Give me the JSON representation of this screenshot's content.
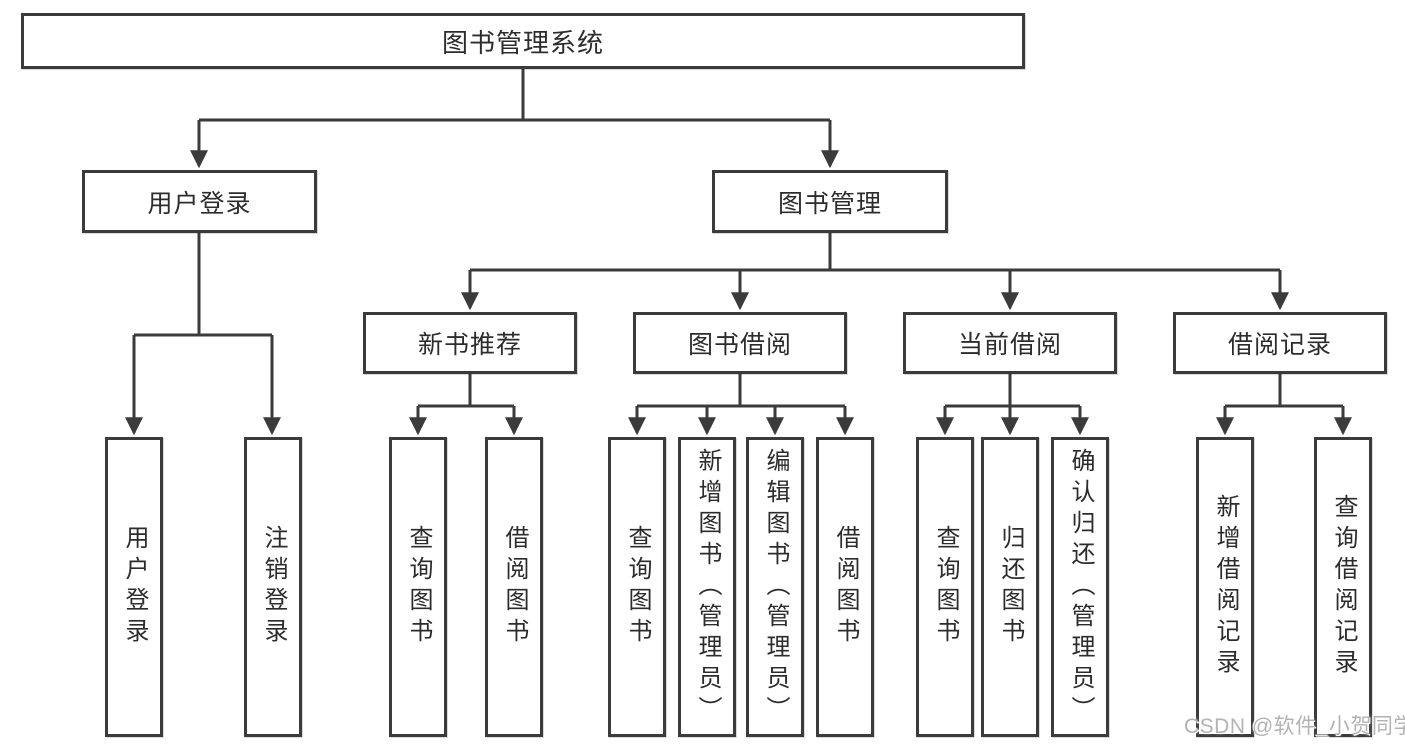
{
  "diagram_type": "functional-structure-tree",
  "tree": {
    "label": "图书管理系统",
    "children": [
      {
        "label": "用户登录",
        "children": [
          {
            "label": "用户登录"
          },
          {
            "label": "注销登录"
          }
        ]
      },
      {
        "label": "图书管理",
        "children": [
          {
            "label": "新书推荐",
            "children": [
              {
                "label": "查询图书"
              },
              {
                "label": "借阅图书"
              }
            ]
          },
          {
            "label": "图书借阅",
            "children": [
              {
                "label": "查询图书"
              },
              {
                "label": "新增图书（管理员）"
              },
              {
                "label": "编辑图书（管理员）"
              },
              {
                "label": "借阅图书"
              }
            ]
          },
          {
            "label": "当前借阅",
            "children": [
              {
                "label": "查询图书"
              },
              {
                "label": "归还图书"
              },
              {
                "label": "确认归还（管理员）"
              }
            ]
          },
          {
            "label": "借阅记录",
            "children": [
              {
                "label": "新增借阅记录"
              },
              {
                "label": "查询借阅记录"
              }
            ]
          }
        ]
      }
    ]
  },
  "watermark": "CSDN @软件_小贺同学",
  "colors": {
    "box_border": "#3b3b3b",
    "connector_line": "#3b3b3b",
    "arrowhead": "#3b3b3b",
    "text": "#2c2c2c",
    "watermark_text": "#b3b3b3",
    "background": "#ffffff"
  }
}
